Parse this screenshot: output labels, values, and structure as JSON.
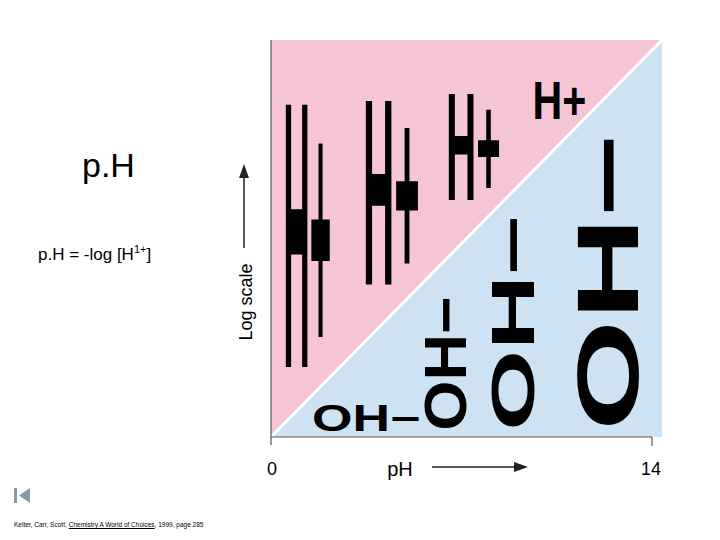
{
  "diagram": {
    "title": "p.H",
    "labels": [
      "p.H = -log [H",
      "1+",
      "]",
      "Log scale",
      "0",
      "pH",
      "14",
      "H+",
      "H+",
      "H+",
      "H+",
      "OH−",
      "OH−",
      "OH−",
      "OH−",
      "Kelter, Carr, Scott,",
      "Chemistry A World of Choices",
      ", 1999, page 285"
    ]
  }
}
